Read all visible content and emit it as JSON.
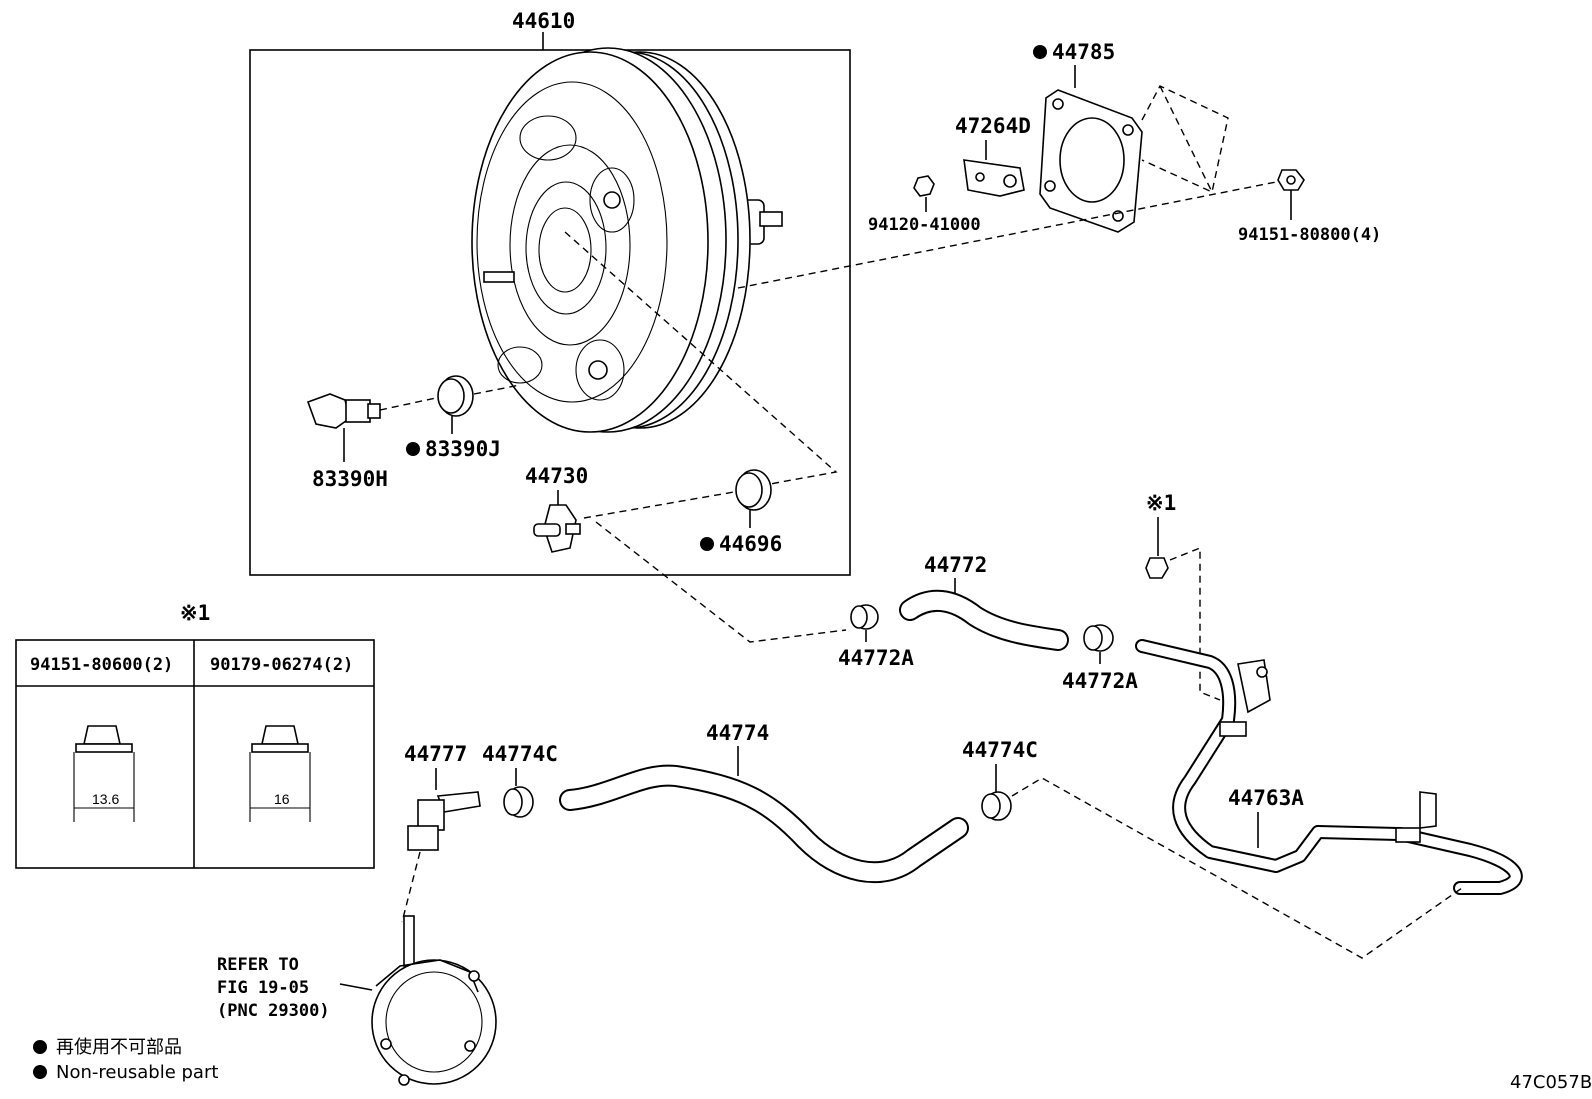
{
  "labels": {
    "booster_assy": "44610",
    "gasket": "44785",
    "clamp_47264d": "47264D",
    "nut_94120": "94120-41000",
    "nut_94151": "94151-80800(4)",
    "sensor_83390h": "83390H",
    "grommet_83390j": "83390J",
    "check_valve": "44730",
    "grommet_44696": "44696",
    "hose_44772": "44772",
    "clamp_44772a_left": "44772A",
    "clamp_44772a_right": "44772A",
    "pipe_44763a": "44763A",
    "hose_44774": "44774",
    "clamp_44774c_left": "44774C",
    "clamp_44774c_right": "44774C",
    "connector_44777": "44777",
    "ref_mark_top": "※1",
    "ref_mark_table": "※1",
    "refer_line1": "REFER TO",
    "refer_line2": "FIG 19-05",
    "refer_line3": "(PNC 29300)",
    "diagram_code": "47C057B"
  },
  "hardware_table": {
    "columns": [
      {
        "part": "94151-80600(2)",
        "size": "13.6"
      },
      {
        "part": "90179-06274(2)",
        "size": "16"
      }
    ]
  },
  "legend": {
    "jp": "再使用不可部品",
    "en": "Non-reusable part"
  }
}
